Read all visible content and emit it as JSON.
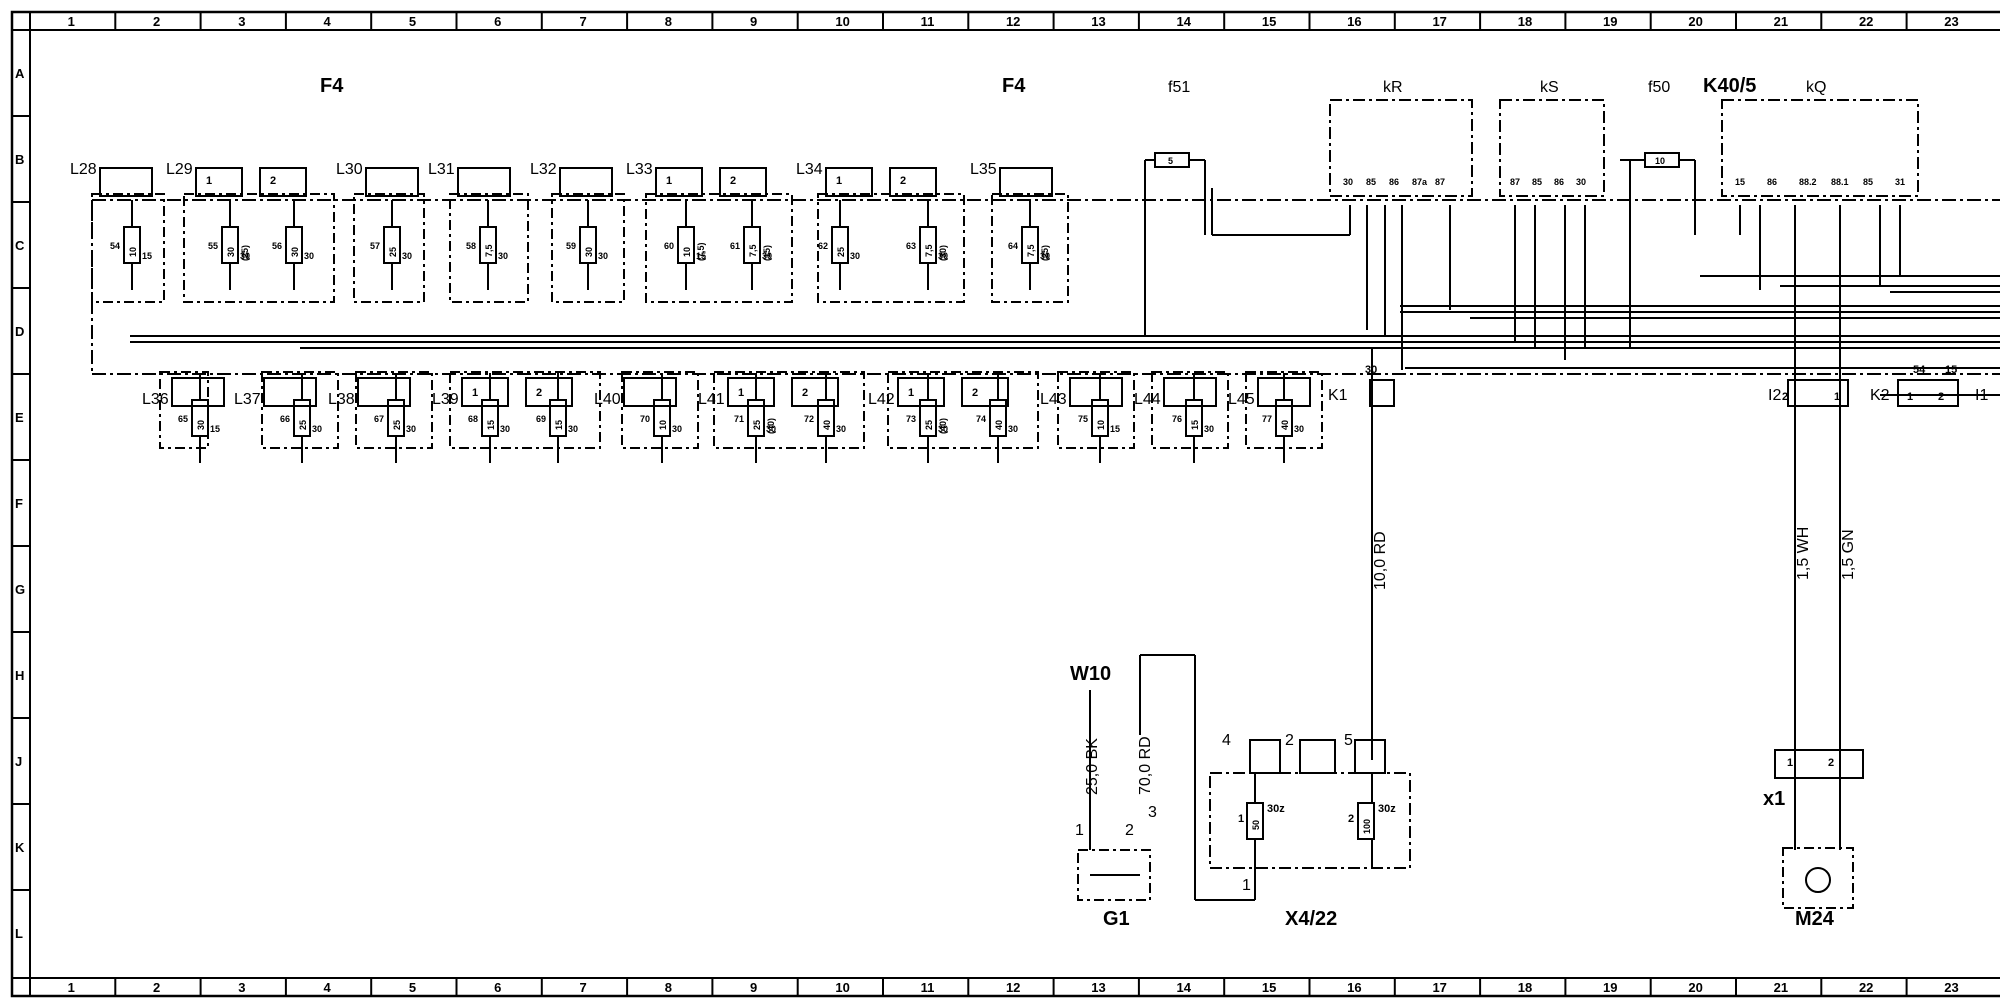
{
  "colors": {
    "ink": "#000000",
    "paper": "#ffffff"
  },
  "frame": {
    "columns": [
      "1",
      "2",
      "3",
      "4",
      "5",
      "6",
      "7",
      "8",
      "9",
      "10",
      "11",
      "12",
      "13",
      "14",
      "15",
      "16",
      "17",
      "18",
      "19",
      "20",
      "21",
      "22",
      "23"
    ],
    "rows": [
      "A",
      "B",
      "C",
      "D",
      "E",
      "F",
      "G",
      "H",
      "J",
      "K",
      "L"
    ]
  },
  "headings": {
    "f4_left": "F4",
    "f4_right": "F4",
    "f51": "f51",
    "kr": "kR",
    "ks": "kS",
    "f50": "f50",
    "k405": "K40/5",
    "kq": "kQ",
    "w10": "W10",
    "g1": "G1",
    "x422": "X4/22",
    "m24": "M24",
    "x1": "x1",
    "k1": "K1",
    "k2": "K2",
    "i2": "I2",
    "i1": "I1"
  },
  "connectors_top": [
    {
      "label": "L28",
      "pins": []
    },
    {
      "label": "L29",
      "pins": [
        "1",
        "2"
      ]
    },
    {
      "label": "L30",
      "pins": []
    },
    {
      "label": "L31",
      "pins": []
    },
    {
      "label": "L32",
      "pins": []
    },
    {
      "label": "L33",
      "pins": [
        "1",
        "2"
      ]
    },
    {
      "label": "L34",
      "pins": [
        "1",
        "2"
      ]
    },
    {
      "label": "L35",
      "pins": []
    }
  ],
  "connectors_bottom": [
    {
      "label": "L36",
      "pins": []
    },
    {
      "label": "L37",
      "pins": []
    },
    {
      "label": "L38",
      "pins": []
    },
    {
      "label": "L39",
      "pins": [
        "1",
        "2"
      ]
    },
    {
      "label": "L40",
      "pins": []
    },
    {
      "label": "L41",
      "pins": [
        "1",
        "2"
      ]
    },
    {
      "label": "L42",
      "pins": [
        "1",
        "2"
      ]
    },
    {
      "label": "L43",
      "pins": []
    },
    {
      "label": "L44",
      "pins": []
    },
    {
      "label": "L45",
      "pins": []
    }
  ],
  "fuses_top": [
    {
      "num": "54",
      "rating": "10",
      "pin": "15"
    },
    {
      "num": "55",
      "rating": "30",
      "extra": "(25)",
      "pin": "30"
    },
    {
      "num": "56",
      "rating": "30",
      "pin": "30"
    },
    {
      "num": "57",
      "rating": "25",
      "pin": "30"
    },
    {
      "num": "58",
      "rating": "7,5",
      "pin": "30"
    },
    {
      "num": "59",
      "rating": "30",
      "pin": "30"
    },
    {
      "num": "60",
      "rating": "10",
      "extra": "(7,5)",
      "pin": "15"
    },
    {
      "num": "61",
      "rating": "7,5",
      "extra": "(15)",
      "pin": "30"
    },
    {
      "num": "62",
      "rating": "25",
      "pin": "30"
    },
    {
      "num": "63",
      "rating": "7,5",
      "extra": "(30)",
      "pin": "30"
    },
    {
      "num": "64",
      "rating": "7,5",
      "extra": "(25)",
      "pin": "30"
    }
  ],
  "fuses_bottom": [
    {
      "num": "65",
      "rating": "30",
      "pin": "15"
    },
    {
      "num": "66",
      "rating": "25",
      "pin": "30"
    },
    {
      "num": "67",
      "rating": "25",
      "pin": "30"
    },
    {
      "num": "68",
      "rating": "15",
      "pin": "30"
    },
    {
      "num": "69",
      "rating": "15",
      "pin": "30"
    },
    {
      "num": "70",
      "rating": "10",
      "pin": "30"
    },
    {
      "num": "71",
      "rating": "25",
      "extra": "(40)",
      "pin": "30"
    },
    {
      "num": "72",
      "rating": "40",
      "pin": "30"
    },
    {
      "num": "73",
      "rating": "25",
      "extra": "(40)",
      "pin": "30"
    },
    {
      "num": "74",
      "rating": "40",
      "pin": "30"
    },
    {
      "num": "75",
      "rating": "10",
      "pin": "15"
    },
    {
      "num": "76",
      "rating": "15",
      "pin": "30"
    },
    {
      "num": "77",
      "rating": "40",
      "pin": "30"
    }
  ],
  "inline_fuses": {
    "f51_rating": "5",
    "f50_rating": "10"
  },
  "relay_pins": {
    "kr": [
      "30",
      "85",
      "86",
      "87a",
      "87"
    ],
    "ks": [
      "87",
      "85",
      "86",
      "30"
    ],
    "kq": [
      "15",
      "86",
      "88.2",
      "88.1",
      "85",
      "31"
    ]
  },
  "wires": {
    "rd_10": "10,0 RD",
    "bk_25": "25,0 BK",
    "rd_70": "70,0 RD",
    "wh_15": "1,5 WH",
    "gn_15": "1,5 GN"
  },
  "pins": {
    "k1_30": "30",
    "k2_54": "54",
    "k2_15": "15",
    "k2_1": "1",
    "k2_2": "2",
    "i2_2": "2",
    "i2_1": "1",
    "x1_1": "1",
    "x1_2": "2",
    "g1_1": "1",
    "g1_2": "2",
    "g1_3": "3",
    "x4_4": "4",
    "x4_2": "2",
    "x4_5": "5",
    "x4_1": "1",
    "x4_f1": "1",
    "x4_f2": "2",
    "x4_r1": "50",
    "x4_r2": "100",
    "x4_p1": "30z",
    "x4_p2": "30z"
  }
}
